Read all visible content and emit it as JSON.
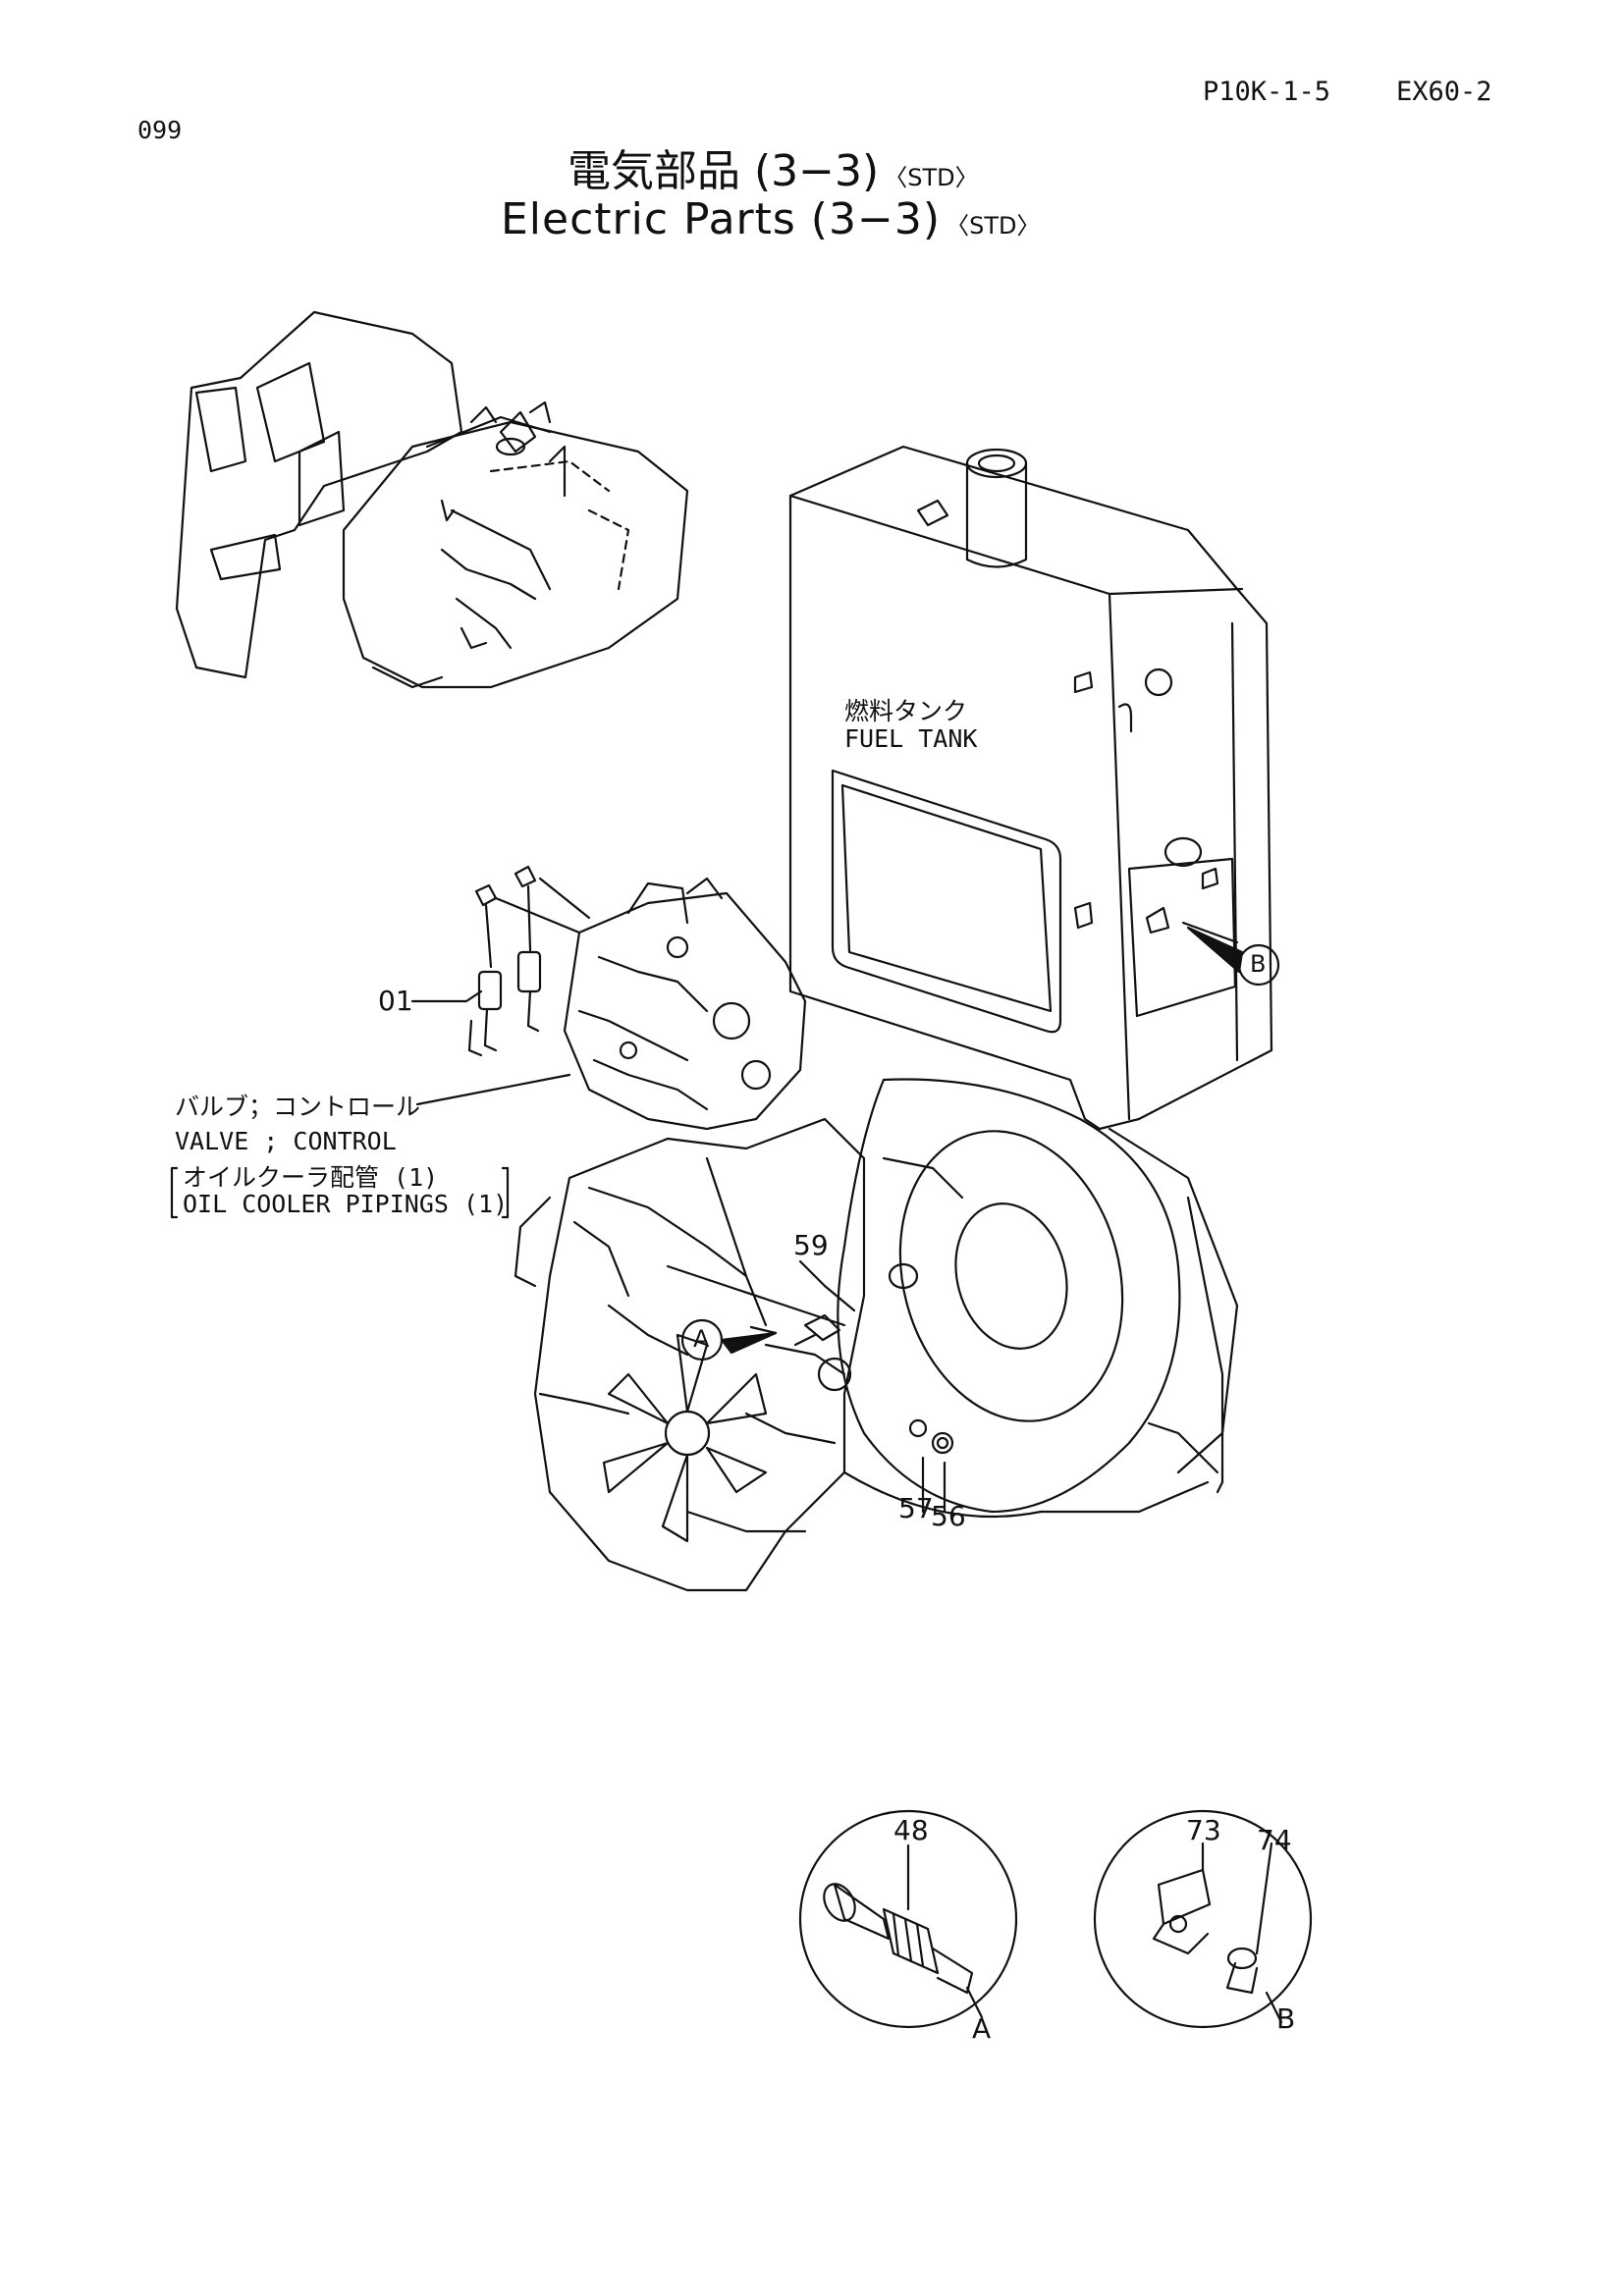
{
  "header": {
    "sheet_no": "P10K-1-5",
    "model": "EX60-2",
    "page_no": "099"
  },
  "title": {
    "jp": "電気部品 (3−3)",
    "en": "Electric Parts (3−3)",
    "std_tag": "〈STD〉"
  },
  "labels": {
    "fuel_tank_jp": "燃料タンク",
    "fuel_tank_en": "FUEL TANK",
    "valve_jp": "バルブ；コントロール",
    "valve_en": "VALVE ; CONTROL",
    "oil_cooler_jp": "オイルクーラ配管 (1)",
    "oil_cooler_en": "OIL COOLER PIPINGS (1)"
  },
  "callouts": {
    "part_01": "01",
    "part_59": "59",
    "part_57": "57",
    "part_56": "56",
    "part_48": "48",
    "part_73": "73",
    "part_74": "74",
    "ref_a": "A",
    "ref_b": "B",
    "detail_a": "A",
    "detail_b": "B"
  }
}
